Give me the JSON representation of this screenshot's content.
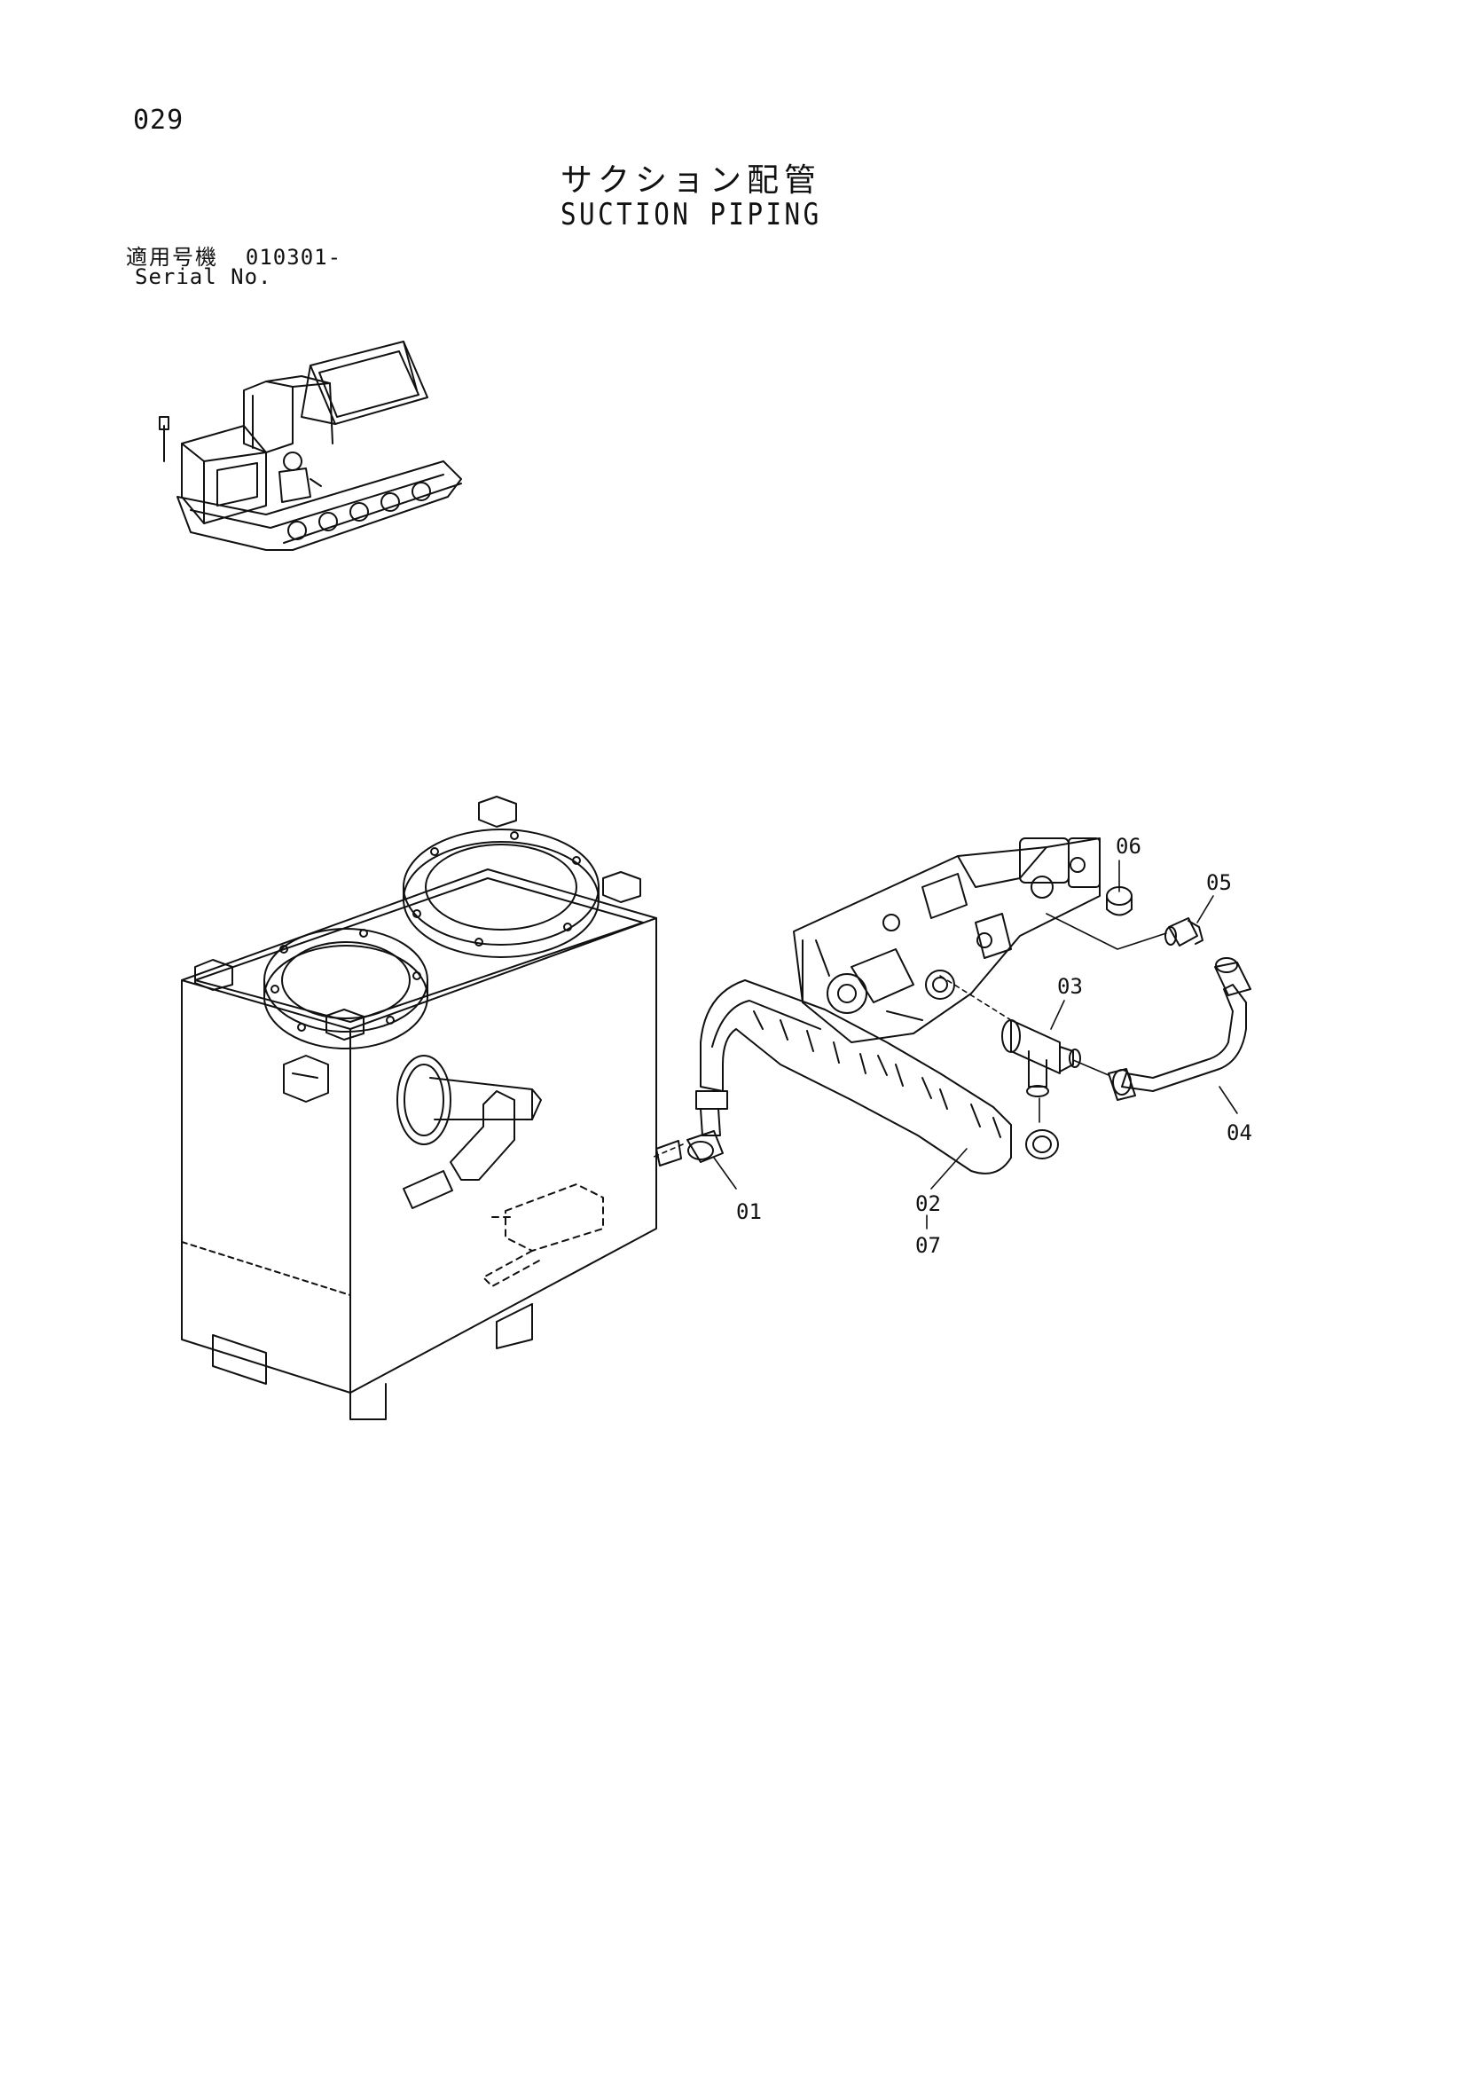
{
  "header": {
    "page_number": "029",
    "title_jp": "サクション配管",
    "title_en": "SUCTION PIPING",
    "serial_label_jp": "適用号機",
    "serial_value": "010301-",
    "serial_label_en": "Serial No."
  },
  "callouts": [
    "06",
    "05",
    "03",
    "04",
    "01",
    "02",
    "07"
  ],
  "icons": {
    "vehicle": "crawler-carrier-icon",
    "tank": "hydraulic-tank-drawing",
    "pump": "hydraulic-pump-drawing"
  }
}
